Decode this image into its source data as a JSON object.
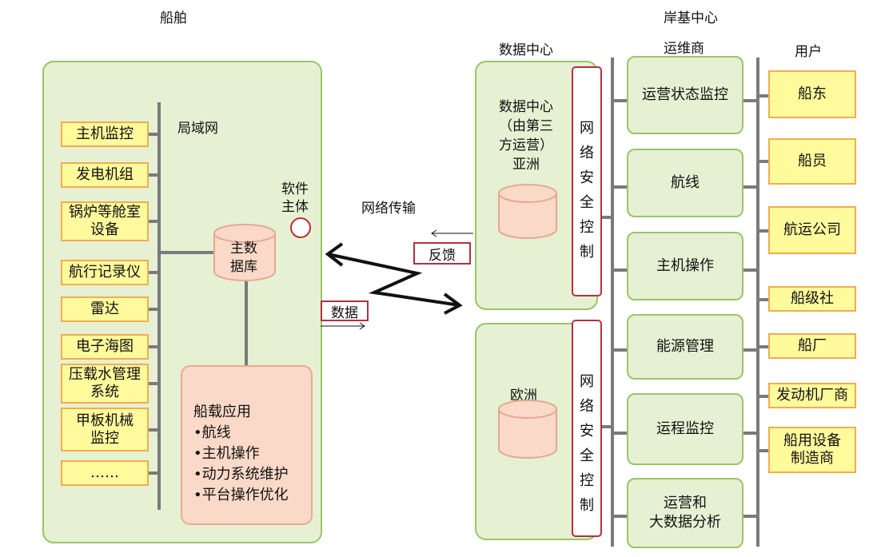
{
  "headers": {
    "ship": "船舶",
    "shore": "岸基中心",
    "data_center": "数据中心",
    "operator": "运维商",
    "user": "用户"
  },
  "ship": {
    "lan_label": "局域网",
    "devices": [
      "主机监控",
      "发电机组",
      "锅炉等舱室\n设备",
      "航行记录仪",
      "雷达",
      "电子海图",
      "压载水管理\n系统",
      "甲板机械\n监控",
      "……"
    ],
    "software_label": "软件\n主体",
    "db_label": "主数\n据库",
    "apps_title": "船载应用",
    "apps": [
      "•航线",
      "•主机操作",
      "•动力系统维护",
      "•平台操作优化"
    ]
  },
  "transfer": {
    "network_label": "网络传输",
    "feedback_label": "反馈",
    "data_label": "数据"
  },
  "data_centers": {
    "asia_title": "数据中心\n（由第三\n方运营）\n亚洲",
    "europe_title": "欧洲",
    "security_label": "网\n络\n安\n全\n控\n制"
  },
  "operators": [
    "运营状态监控",
    "航线",
    "主机操作",
    "能源管理",
    "运程监控",
    "运营和\n大数据分析"
  ],
  "users": [
    "船东",
    "船员",
    "航运公司",
    "船级社",
    "船厂",
    "发动机厂商",
    "船用设备\n制造商"
  ]
}
